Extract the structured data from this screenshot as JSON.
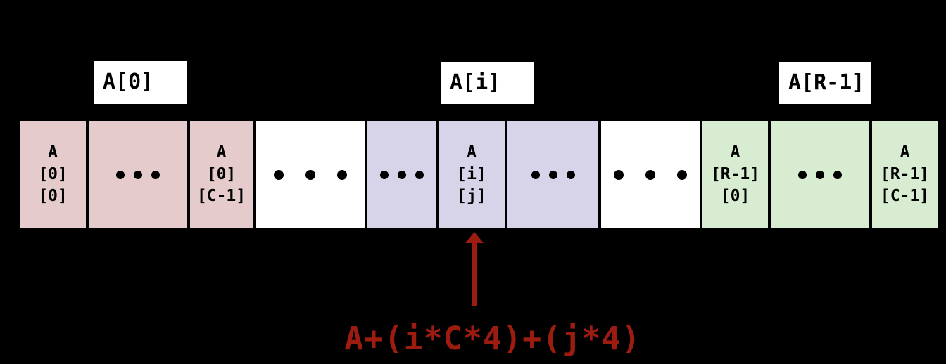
{
  "colors": {
    "background": "#000000",
    "row0_fill": "#e5cbcb",
    "rowi_fill": "#d7d4ea",
    "rowR_fill": "#d7ecd1",
    "gap_fill": "#ffffff",
    "label_fill": "#ffffff",
    "label_text": "#000000",
    "cell_text": "#000000",
    "accent_red": "#9c1c10"
  },
  "row_labels": [
    {
      "id": "a0",
      "text": "A[0]"
    },
    {
      "id": "ai",
      "text": "A[i]"
    },
    {
      "id": "ar1",
      "text": "A[R-1]"
    }
  ],
  "memory_cells": [
    {
      "kind": "text",
      "group": "row0",
      "lines": [
        "A",
        "[0]",
        "[0]"
      ]
    },
    {
      "kind": "dots-tight",
      "group": "row0",
      "dots": 3
    },
    {
      "kind": "text",
      "group": "row0",
      "lines": [
        "A",
        "[0]",
        "[C-1]"
      ]
    },
    {
      "kind": "dots-wide",
      "group": "gap",
      "dots": 3
    },
    {
      "kind": "dots-tight",
      "group": "rowi",
      "dots": 3
    },
    {
      "kind": "text",
      "group": "rowi",
      "lines": [
        "A",
        "[i]",
        "[j]"
      ]
    },
    {
      "kind": "dots-tight",
      "group": "rowi",
      "dots": 3
    },
    {
      "kind": "dots-wide",
      "group": "gap",
      "dots": 3
    },
    {
      "kind": "text",
      "group": "rowR",
      "lines": [
        "A",
        "[R-1]",
        "[0]"
      ]
    },
    {
      "kind": "dots-tight",
      "group": "rowR",
      "dots": 3
    },
    {
      "kind": "text",
      "group": "rowR",
      "lines": [
        "A",
        "[R-1]",
        "[C-1]"
      ]
    }
  ],
  "annotation": {
    "formula": "A+(i*C*4)+(j*4)"
  }
}
